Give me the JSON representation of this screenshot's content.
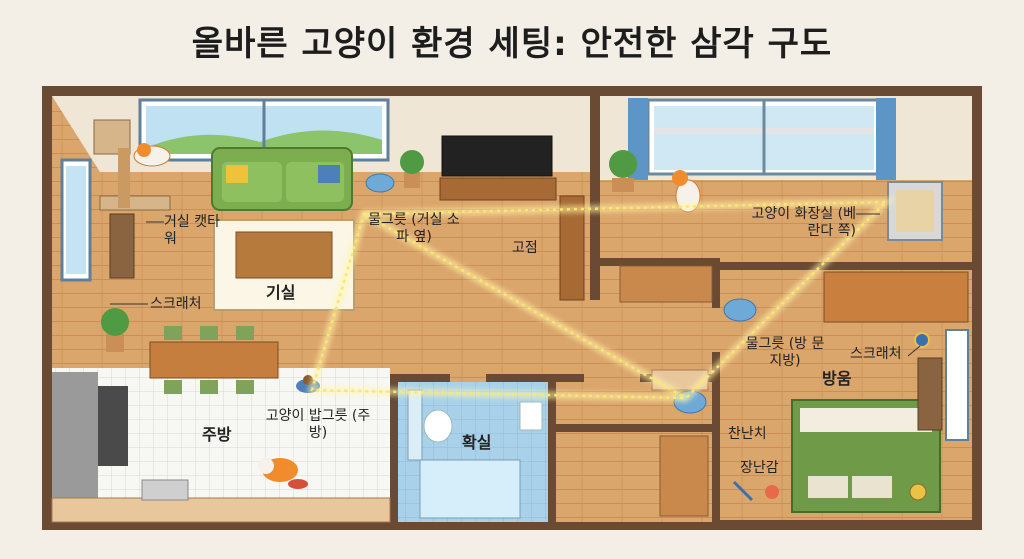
{
  "title": "올바른 고양이 환경 세팅: 안전한 삼각 구도",
  "labels": {
    "living_room": "기실",
    "cat_tower": "거실 캣타워",
    "scratcher_left": "스크래처",
    "water_bowl_living": "물그릇 (거실 소파 옆)",
    "fixed": "고점",
    "litter_box": "고양이 화장실 (베란다 쪽)",
    "kitchen": "주방",
    "food_bowl": "고양이 밥그릇 (주방)",
    "bathroom": "확실",
    "water_bowl_room": "물그릇 (방 문지방)",
    "scratcher_right": "스크래처",
    "bedroom": "방움",
    "perch": "찬난치",
    "toys": "장난감"
  },
  "colors": {
    "wall": "#6b4a33",
    "floor": "#d9a46a",
    "triangle": "#ffe56a",
    "sofa": "#7cae4f",
    "bed": "#6f9a48"
  }
}
